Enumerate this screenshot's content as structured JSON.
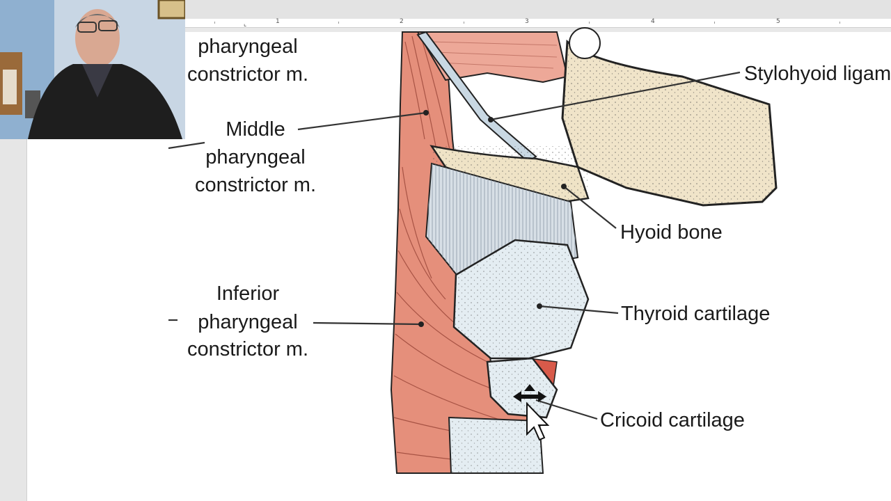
{
  "ruler": {
    "numbers": [
      "1",
      "2",
      "3",
      "4",
      "5"
    ]
  },
  "figure": {
    "labels": {
      "superior_line2": "pharyngeal",
      "superior_line3": "constrictor m.",
      "middle_line1": "Middle",
      "middle_line2": "pharyngeal",
      "middle_line3": "constrictor m.",
      "inferior_line1": "Inferior",
      "inferior_line2": "pharyngeal",
      "inferior_line3": "constrictor m.",
      "stylohyoid": "Stylohyoid ligam",
      "hyoid": "Hyoid bone",
      "thyroid": "Thyroid cartilage",
      "cricoid": "Cricoid cartilage"
    }
  },
  "icons": {
    "cursor": "move-cursor-icon",
    "tab_stop": "left-tab-stop-icon"
  },
  "colors": {
    "muscle": "#e0806a",
    "muscle_dark": "#c45a48",
    "bone": "#f1e6cf",
    "cartilage": "#dfe9ee",
    "membrane": "#c9d3da"
  }
}
